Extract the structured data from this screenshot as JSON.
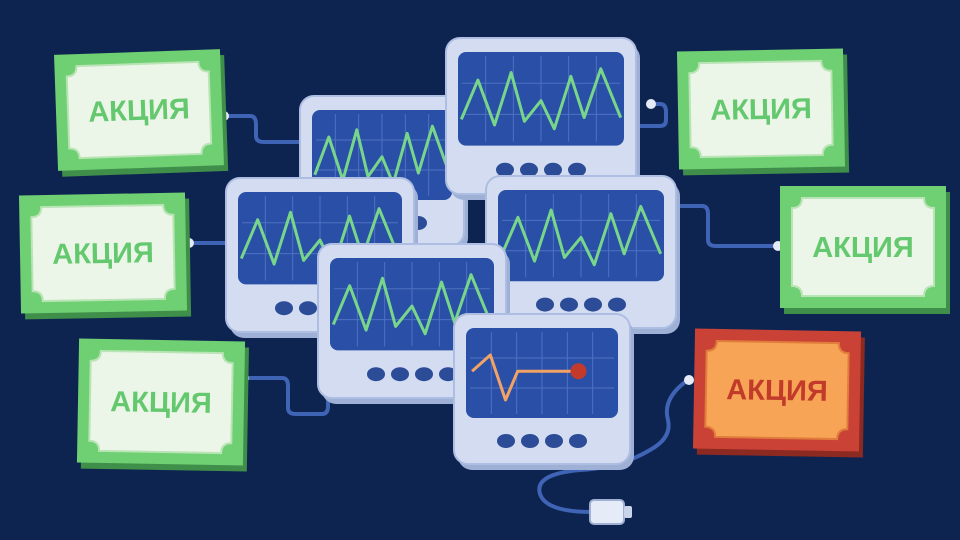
{
  "colors": {
    "background": "#0e2450",
    "cable": "#3f63b5",
    "card_green_border": "#6fcf73",
    "card_green_fill": "#ecf6e8",
    "card_green_text": "#64c86e",
    "card_red_border": "#c94235",
    "card_red_fill": "#f7a457",
    "card_red_text": "#c23b2a",
    "monitor_body": "#d3dcf0",
    "screen": "#2a4fa6",
    "wave_green": "#78d68a",
    "wave_orange": "#f3a265",
    "flatline_dot": "#c33a2b",
    "button": "#2c4c97"
  },
  "cards": [
    {
      "label": "АКЦИЯ",
      "status": "normal"
    },
    {
      "label": "АКЦИЯ",
      "status": "normal"
    },
    {
      "label": "АКЦИЯ",
      "status": "normal"
    },
    {
      "label": "АКЦИЯ",
      "status": "normal"
    },
    {
      "label": "АКЦИЯ",
      "status": "normal"
    },
    {
      "label": "АКЦИЯ",
      "status": "alert"
    }
  ],
  "monitors": [
    {
      "status": "active"
    },
    {
      "status": "active"
    },
    {
      "status": "active"
    },
    {
      "status": "active"
    },
    {
      "status": "active"
    },
    {
      "status": "flatline"
    }
  ],
  "icons": [
    "stock-card-icon",
    "heart-monitor-icon",
    "cable-plug-icon"
  ]
}
